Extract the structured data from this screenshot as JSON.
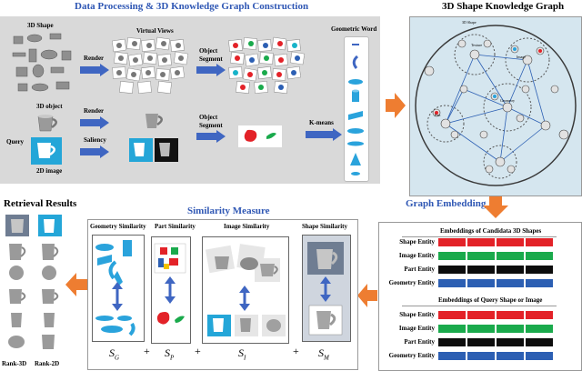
{
  "top_title": "Data Processing & 3D Knowledge Graph Construction",
  "kg_title": "3D  Shape Knowledge Graph",
  "labels": {
    "shape_3d": "3D Shape",
    "virtual_views": "Virtual Views",
    "render1": "Render",
    "object_segment1": "Object",
    "object_segment1b": "Segment",
    "geometric_word": "Geometric Word",
    "object_3d": "3D object",
    "render2": "Render",
    "query": "Query",
    "saliency": "Saliency",
    "image_2d": "2D image",
    "object_segment2": "Object",
    "object_segment2b": "Segment",
    "kmeans": "K-means"
  },
  "graph_embedding": "Graph Embedding",
  "similarity_title": "Similarity Measure",
  "retrieval_title": "Retrieval Results",
  "rank_labels": [
    "Rank-3D",
    "Rank-2D"
  ],
  "similarity_panels": [
    "Geometry Similarity",
    "Part Similarity",
    "Image Similarity",
    "Shape Similarity"
  ],
  "similarity_symbols": [
    {
      "base": "S",
      "sub": "G"
    },
    {
      "base": "S",
      "sub": "P"
    },
    {
      "base": "S",
      "sub": "I"
    },
    {
      "base": "S",
      "sub": "M"
    }
  ],
  "plus_sign": "+",
  "embeddings_candidate_title": "Embeddings of Candidata 3D Shapes",
  "embeddings_query_title": "Embeddings of Query Shape or Image",
  "entity_rows": [
    "Shape Entity",
    "Image Entity",
    "Part Entity",
    "Geometry Entity"
  ],
  "entity_colors": [
    "#e32228",
    "#1aaa4c",
    "#0d0d0d",
    "#2c5fb3"
  ],
  "kg_node_labels": [
    "3D Shape",
    "Texture",
    "Image",
    "Geometry",
    "Part"
  ]
}
